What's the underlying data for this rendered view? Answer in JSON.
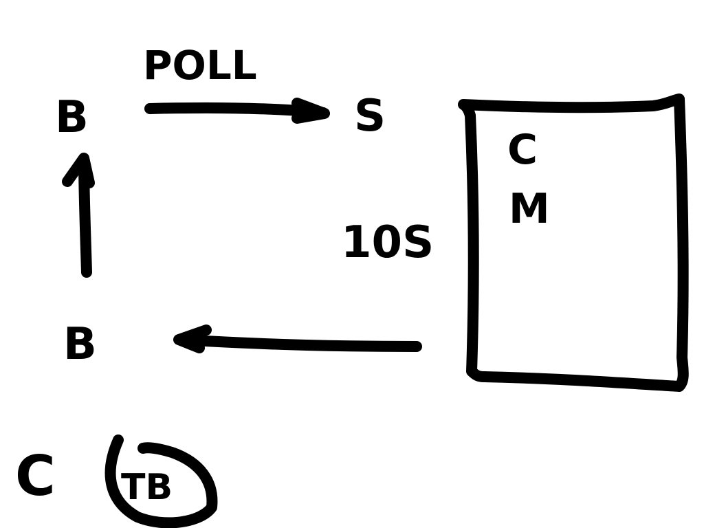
{
  "diagram": {
    "labels": {
      "poll": "POLL",
      "node_top": "B",
      "node_right": "S",
      "node_bottom": "B",
      "box_line1": "C",
      "box_line2": "M",
      "interval": "10S",
      "corner_c": "C",
      "corner_tb": "TB"
    },
    "ink_color": "#000000",
    "background_color": "#ffffff"
  }
}
